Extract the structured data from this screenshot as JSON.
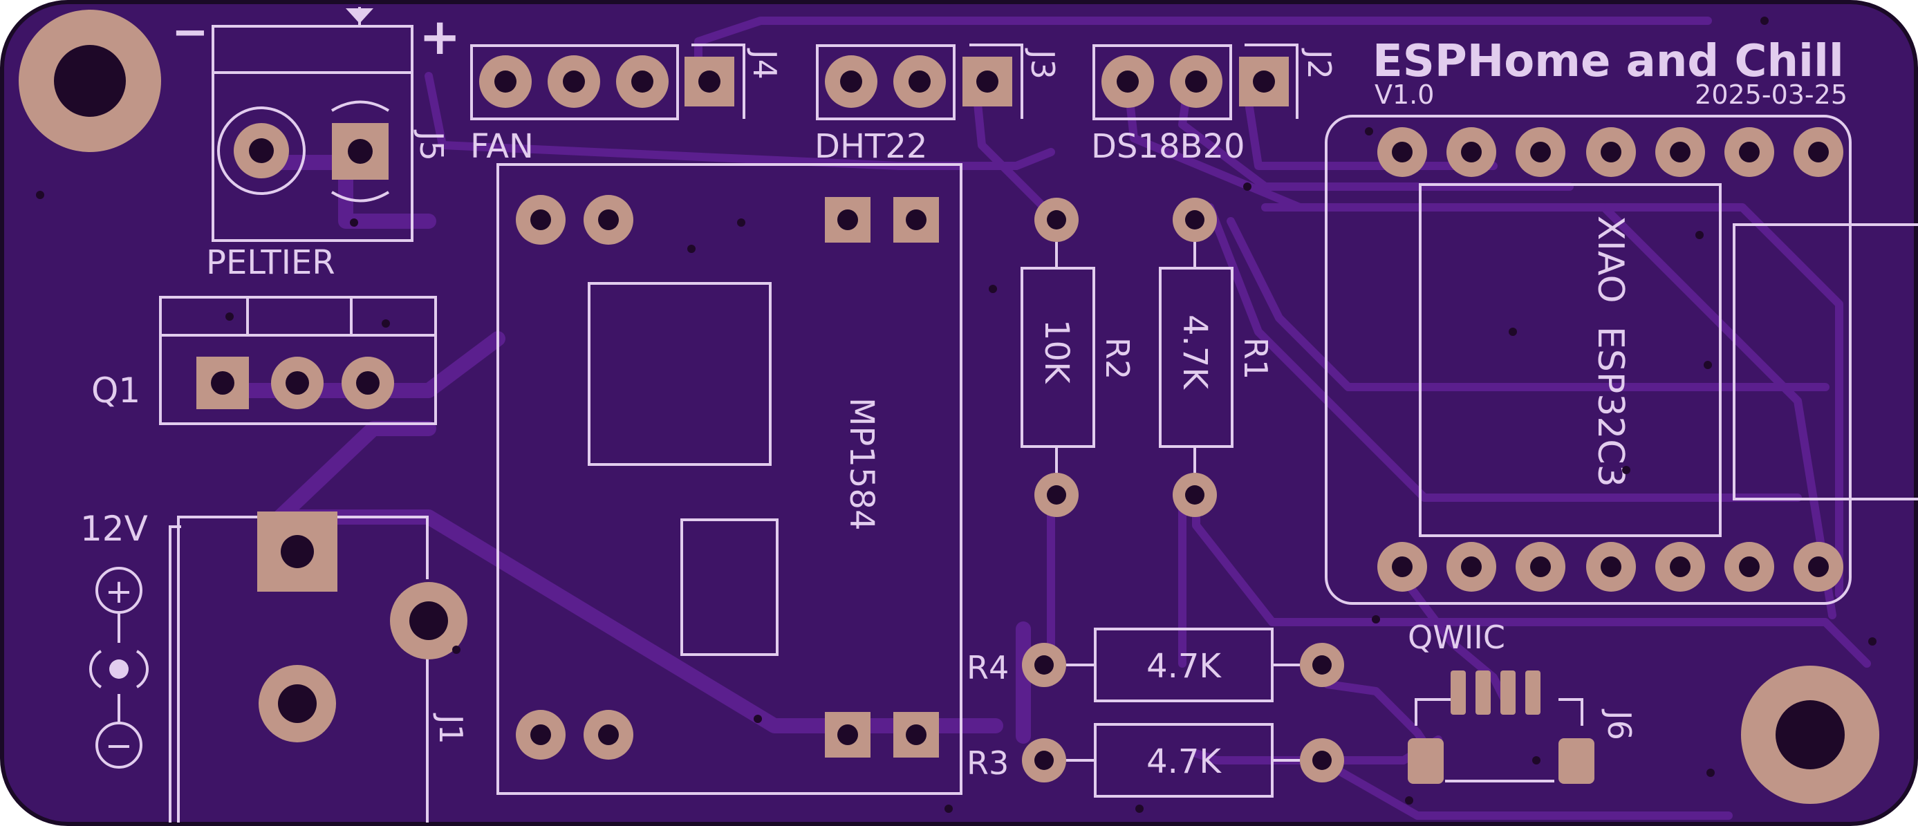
{
  "board": {
    "title": "ESPHome and Chill",
    "version": "V1.0",
    "date": "2025-03-25",
    "colors": {
      "board": "#3e1466",
      "edge": "#1a0a26",
      "silk": "#e2cdee",
      "pad": "#c09688",
      "trace": "#5b1f8e"
    }
  },
  "labels": {
    "minus": "−",
    "plus": "+",
    "j5": "J5",
    "peltier": "PELTIER",
    "q1": "Q1",
    "j4": "J4",
    "fan": "FAN",
    "j3": "J3",
    "dht22": "DHT22",
    "j2": "J2",
    "ds18b20": "DS18B20",
    "module": "MP1584",
    "r2_value": "10K",
    "r2": "R2",
    "r1_value": "4.7K",
    "r1": "R1",
    "xiao_line1": "XIAO",
    "xiao_line2": "ESP32C3",
    "r4": "R4",
    "r4_value": "4.7K",
    "r3": "R3",
    "r3_value": "4.7K",
    "qwiic": "QWIIC",
    "j6": "J6",
    "volt": "12V",
    "j1": "J1",
    "pol_plus": "+",
    "pol_minus": "−"
  }
}
